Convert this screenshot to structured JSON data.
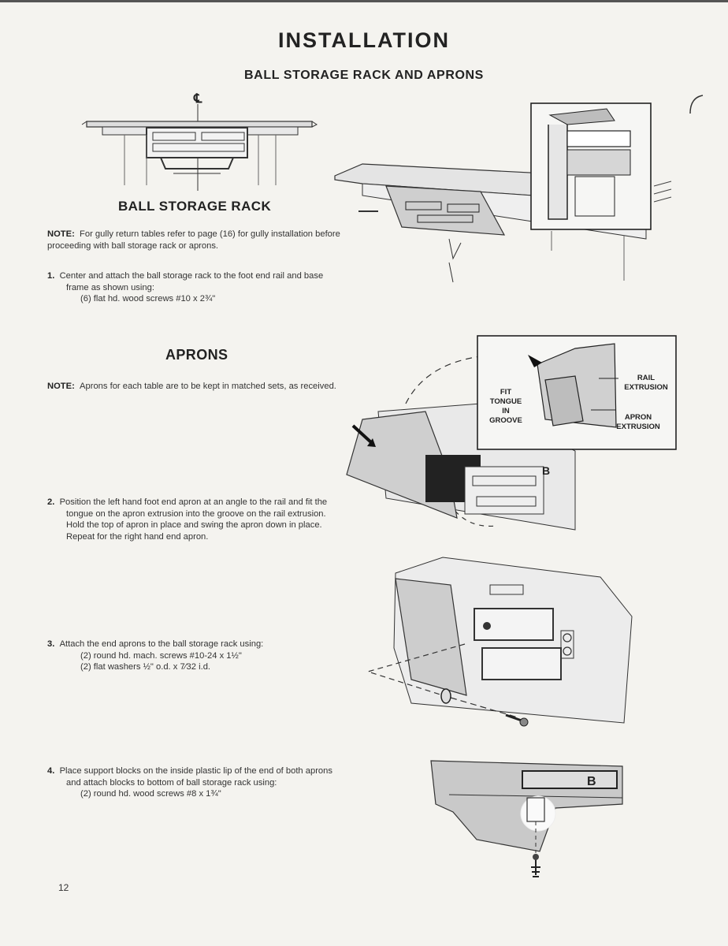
{
  "page": {
    "title": "INSTALLATION",
    "subtitle": "BALL STORAGE RACK AND APRONS",
    "page_number": "12"
  },
  "ball_storage": {
    "heading": "BALL STORAGE RACK",
    "centerline_mark": "℄",
    "note_label": "NOTE:",
    "note_text": "For gully return tables refer to page (16) for gully installation before proceeding with ball storage rack or aprons.",
    "step1_num": "1.",
    "step1_text": "Center and attach the ball storage rack to the foot end rail and base frame as shown using:",
    "step1_part": "(6) flat hd. wood screws #10 x 2¾\""
  },
  "aprons": {
    "heading": "APRONS",
    "note_label": "NOTE:",
    "note_text": "Aprons for each table are to be kept in matched sets, as received.",
    "step2_num": "2.",
    "step2_text": "Position the left hand foot end apron at an angle to the rail and fit the tongue on the apron extrusion into the groove on the rail extrusion. Hold the top of apron in place and swing the apron down in place. Repeat for the right hand end apron.",
    "step3_num": "3.",
    "step3_text": "Attach the end aprons to the ball storage rack using:",
    "step3_part1": "(2) round hd. mach. screws #10-24 x 1½\"",
    "step3_part2": "(2) flat washers ½\" o.d. x 7⁄32 i.d.",
    "step4_num": "4.",
    "step4_text": "Place support blocks on the inside plastic lip of the end of both aprons and attach blocks to bottom of ball storage rack using:",
    "step4_part": "(2) round hd. wood screws #8 x 1¾\""
  },
  "figure_labels": {
    "fit_tongue": [
      "FIT",
      "TONGUE",
      "IN",
      "GROOVE"
    ],
    "rail_extrusion": [
      "RAIL",
      "EXTRUSION"
    ],
    "apron_extrusion": [
      "APRON",
      "EXTRUSION"
    ],
    "rack_letter_b": "B"
  }
}
